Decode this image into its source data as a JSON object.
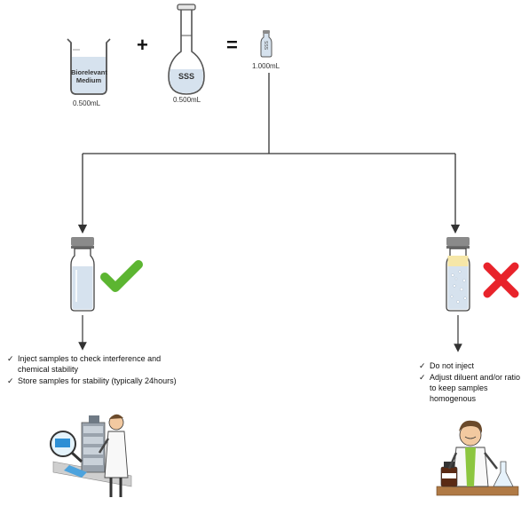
{
  "equation": {
    "beaker": {
      "label_line1": "Biorelevant",
      "label_line2": "Medium",
      "volume": "0.500mL"
    },
    "plus_sign": "+",
    "flask": {
      "label": "SSS",
      "volume": "0.500mL"
    },
    "equals_sign": "=",
    "vial": {
      "label": "SSS",
      "volume": "1.000mL"
    }
  },
  "left_branch": {
    "outcome": "check-mark",
    "outcome_color": "#5cb531",
    "vial_state": "clear",
    "notes": [
      "Inject samples to check interference and chemical stability",
      "Store samples for stability (typically 24hours)"
    ],
    "illustration": "scientist-with-hplc"
  },
  "right_branch": {
    "outcome": "cross-mark",
    "outcome_color": "#e8232b",
    "vial_state": "precipitate",
    "notes": [
      "Do not inject",
      "Adjust diluent and/or ratio to keep samples homogenous"
    ],
    "illustration": "scientist-in-lab"
  },
  "colors": {
    "liquid": "#d6e2ee",
    "cap": "#8a8a8a",
    "line": "#333333"
  }
}
